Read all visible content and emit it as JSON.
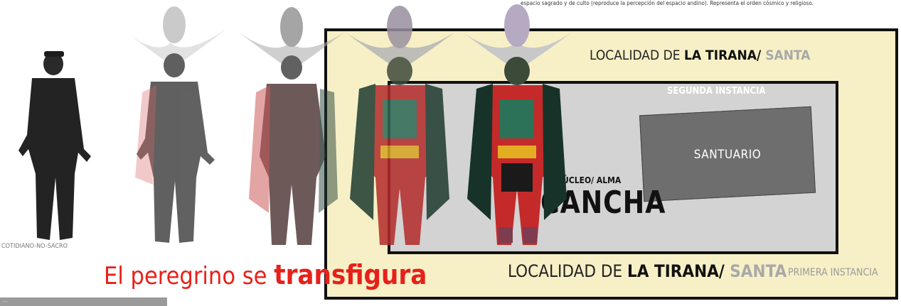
{
  "top_note": "espacio sagrado y de culto (reproduce la percepción del espacio andino). Representa el orden cósmico y religioso.",
  "diagram": {
    "locality_top": {
      "prefix": "LOCALIDAD DE ",
      "bold": "LA TIRANA",
      "sep": "/ ",
      "gray": "SANTA"
    },
    "locality_bottom": {
      "prefix": "LOCALIDAD DE ",
      "bold": "LA TIRANA",
      "sep": "/ ",
      "gray": "SANTA"
    },
    "primera_instancia": "PRIMERA INSTANCIA",
    "segunda_instancia": "SEGUNDA INSTANCIA",
    "santuario": "SANTUARIO",
    "nucleo": "NÚCLEO/ ALMA",
    "cancha": "CANCHA"
  },
  "figures": {
    "caption": "COTIDIANO-NO-SACRO",
    "sequence": [
      "person",
      "fade-1",
      "fade-2",
      "fade-3",
      "dancer"
    ]
  },
  "headline": {
    "normal": "El peregrino se ",
    "strong": "transfigura"
  },
  "bottom_bar": "...",
  "colors": {
    "headline_red": "#e8201a",
    "outer_fill": "#f7f0c6",
    "inner_fill": "#d3d3d3",
    "santuario_fill": "#6e6e6e",
    "instancia_gray": "#a9a9a9"
  }
}
